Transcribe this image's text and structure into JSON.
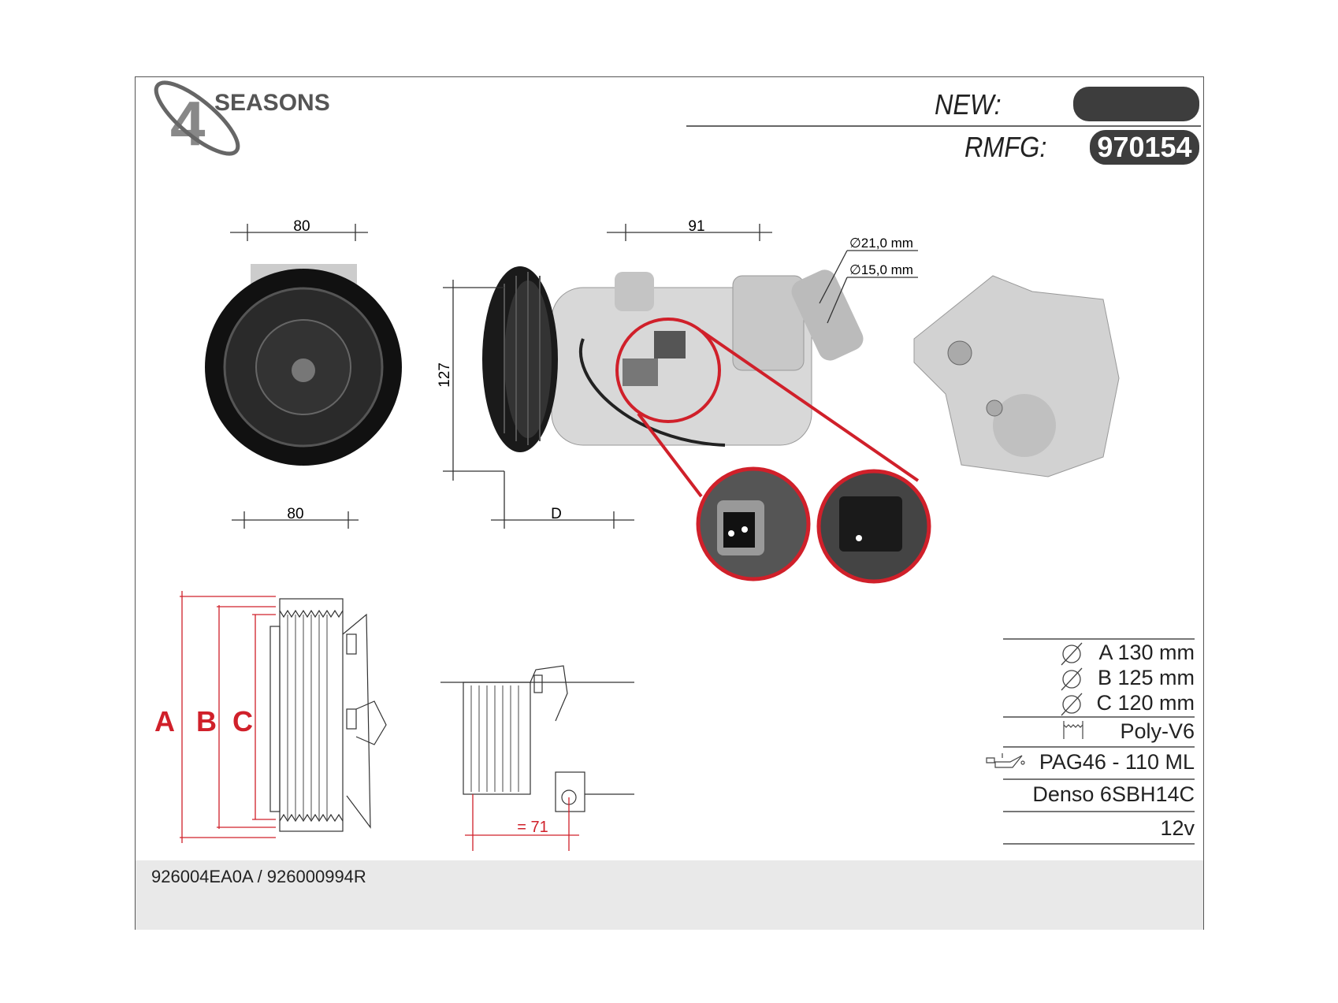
{
  "brand": {
    "logo_text": "SEASONS",
    "logo_number": "4"
  },
  "header": {
    "new_label": "NEW:",
    "new_value": "",
    "rmfg_label": "RMFG:",
    "rmfg_value": "970154"
  },
  "dimensions": {
    "front_width_top": "80",
    "front_width_bottom": "80",
    "body_length": "91",
    "height": "127",
    "depth": "D",
    "port_large": "∅21,0 mm",
    "port_small": "∅15,0 mm",
    "pulley_a": "A",
    "pulley_b": "B",
    "pulley_c": "C",
    "pulley_offset": "= 71"
  },
  "specs": {
    "a": "A 130 mm",
    "b": "B 125 mm",
    "c": "C 120 mm",
    "belt": "Poly-V6",
    "oil": "PAG46 - 110 ML",
    "model": "Denso 6SBH14C",
    "voltage": "12v"
  },
  "footer": {
    "oe_numbers": "926004EA0A / 926000994R"
  },
  "colors": {
    "accent_red": "#d0202a",
    "pill": "#3d3d3d"
  }
}
